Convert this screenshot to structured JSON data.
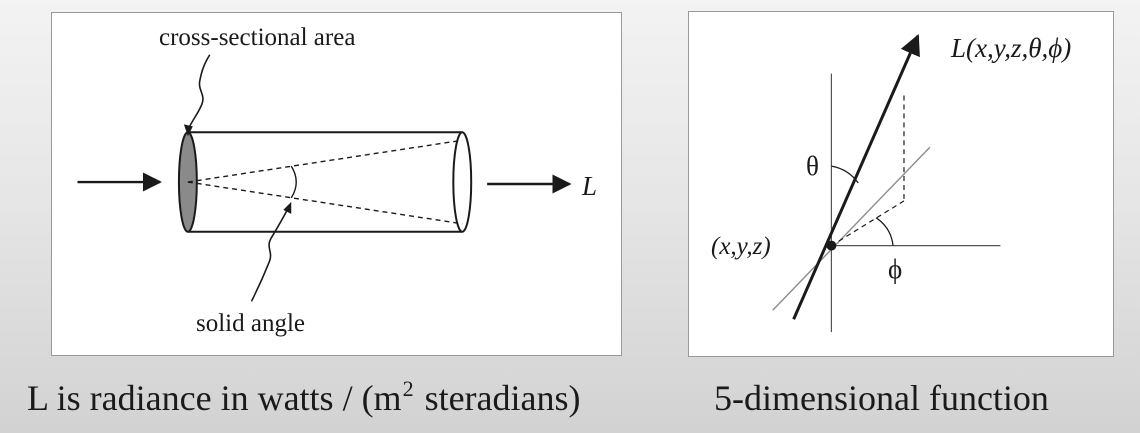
{
  "left_diagram": {
    "top_label": "cross-sectional area",
    "bottom_label": "solid angle",
    "output_label": "L"
  },
  "right_diagram": {
    "function_label": "L(x,y,z,θ,ϕ)",
    "origin_label": "(x,y,z)",
    "theta_label": "θ",
    "phi_label": "ϕ"
  },
  "captions": {
    "left_prefix": "L is radiance in watts / (m",
    "left_superscript": "2",
    "left_suffix": " steradians)",
    "right": "5-dimensional function"
  },
  "colors": {
    "ink": "#1a1a1a",
    "disk_fill": "#8a8a8a",
    "guide_line": "#8c8c8c"
  }
}
